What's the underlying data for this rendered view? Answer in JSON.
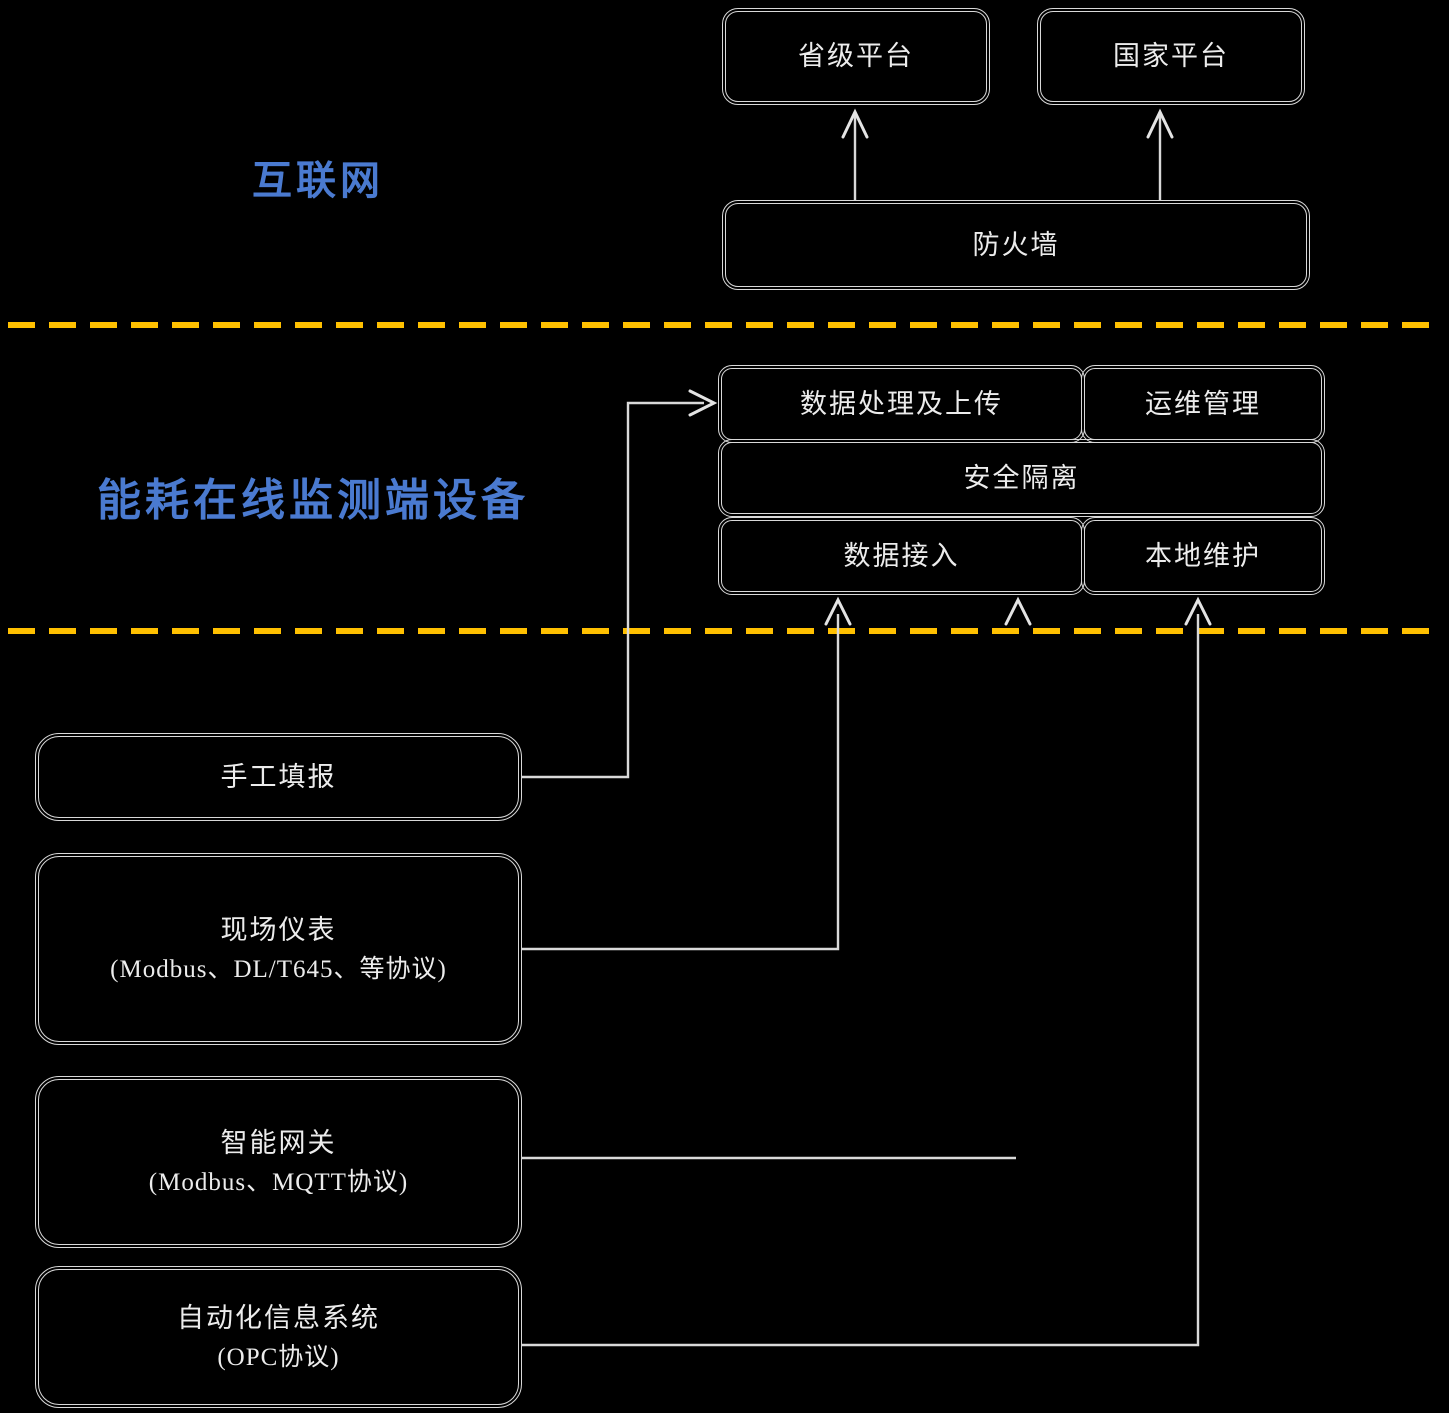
{
  "diagram": {
    "background": "#000000",
    "accent_blue": "#4a7ad0",
    "divider_color": "#ffc000",
    "line_color": "#d9d9d9",
    "section_labels": {
      "internet": "互联网",
      "device": "能耗在线监测端设备"
    },
    "platform_layer": {
      "provincial_platform": "省级平台",
      "national_platform": "国家平台",
      "firewall": "防火墙"
    },
    "device_modules": {
      "data_process_upload": "数据处理及上传",
      "ops_management": "运维管理",
      "security_isolation": "安全隔离",
      "data_access": "数据接入",
      "local_maintenance": "本地维护"
    },
    "sources": [
      {
        "title": "手工填报",
        "subtitle": ""
      },
      {
        "title": "现场仪表",
        "subtitle": "(Modbus、DL/T645、等协议)"
      },
      {
        "title": "智能网关",
        "subtitle": "(Modbus、MQTT协议)"
      },
      {
        "title": "自动化信息系统",
        "subtitle": "(OPC协议)"
      }
    ]
  }
}
